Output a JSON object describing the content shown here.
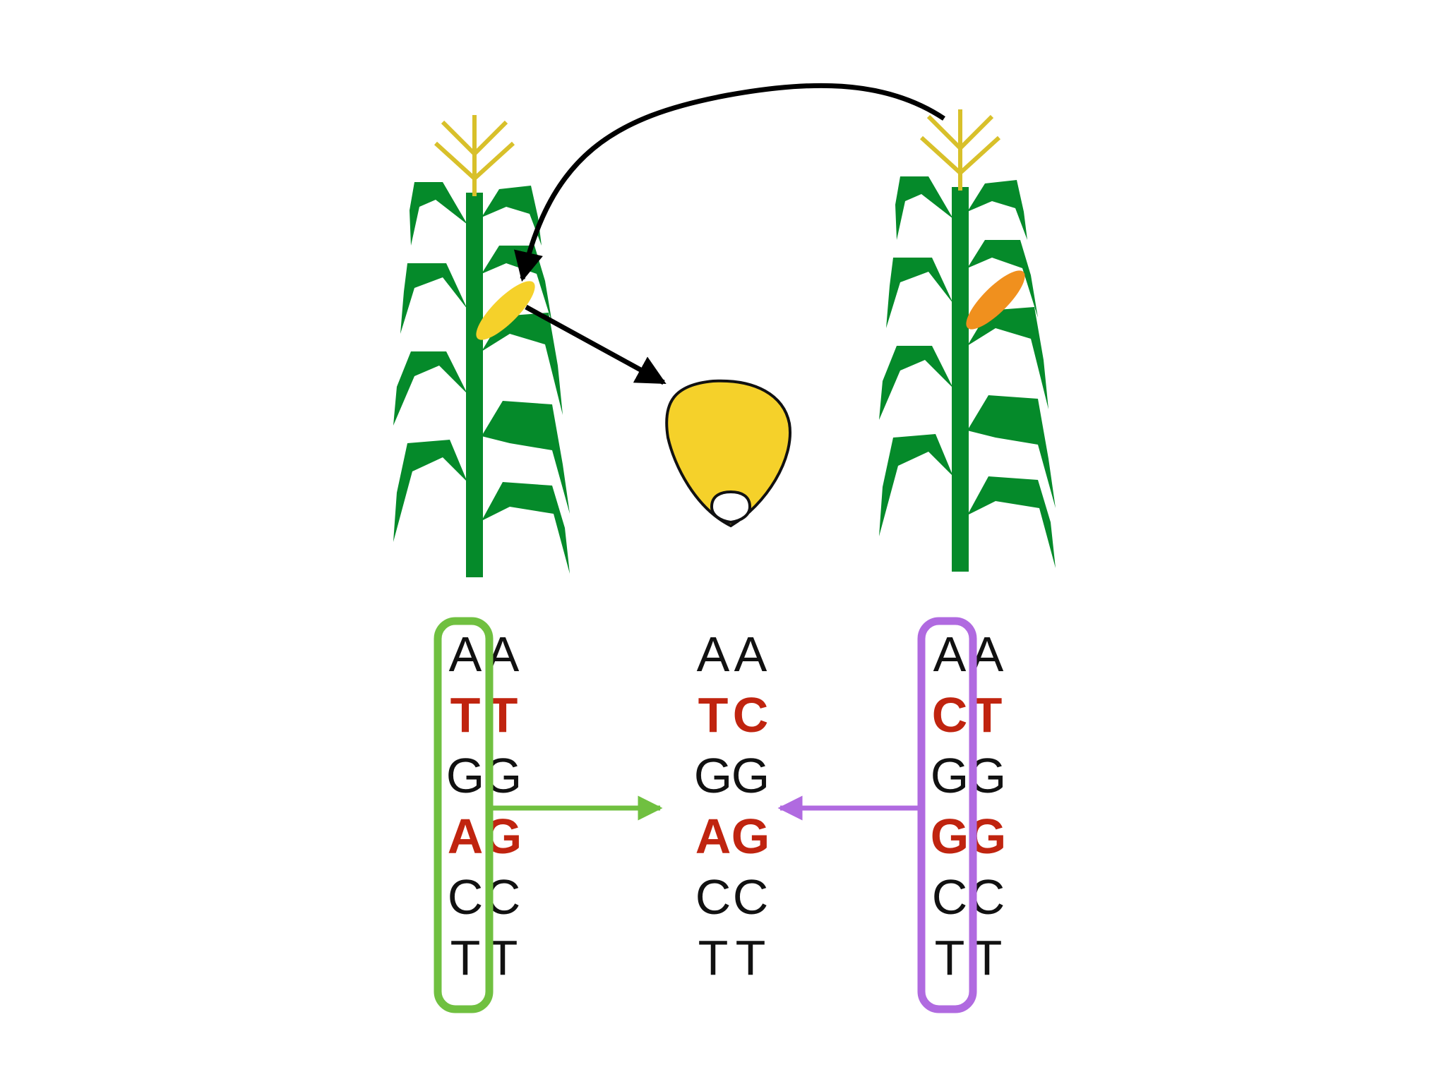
{
  "colors": {
    "stalk": "#058a2a",
    "tassel": "#d8c02a",
    "ear_yellow": "#f5d12a",
    "ear_orange": "#f0901e",
    "kernel_fill": "#f5d12a",
    "highlight_base": "#c0240f",
    "plain_base": "#111111",
    "green_box": "#70c040",
    "purple_box": "#b06ae0",
    "arrow": "#000000"
  },
  "genotypes": {
    "left": {
      "strand_1": [
        {
          "base": "A",
          "snp": false
        },
        {
          "base": "T",
          "snp": true
        },
        {
          "base": "G",
          "snp": false
        },
        {
          "base": "A",
          "snp": true
        },
        {
          "base": "C",
          "snp": false
        },
        {
          "base": "T",
          "snp": false
        }
      ],
      "strand_2": [
        {
          "base": "A",
          "snp": false
        },
        {
          "base": "T",
          "snp": true
        },
        {
          "base": "G",
          "snp": false
        },
        {
          "base": "G",
          "snp": true
        },
        {
          "base": "C",
          "snp": false
        },
        {
          "base": "T",
          "snp": false
        }
      ]
    },
    "middle": {
      "strand_1": [
        {
          "base": "A",
          "snp": false
        },
        {
          "base": "T",
          "snp": true
        },
        {
          "base": "G",
          "snp": false
        },
        {
          "base": "A",
          "snp": true
        },
        {
          "base": "C",
          "snp": false
        },
        {
          "base": "T",
          "snp": false
        }
      ],
      "strand_2": [
        {
          "base": "A",
          "snp": false
        },
        {
          "base": "C",
          "snp": true
        },
        {
          "base": "G",
          "snp": false
        },
        {
          "base": "G",
          "snp": true
        },
        {
          "base": "C",
          "snp": false
        },
        {
          "base": "T",
          "snp": false
        }
      ]
    },
    "right": {
      "strand_1": [
        {
          "base": "A",
          "snp": false
        },
        {
          "base": "C",
          "snp": true
        },
        {
          "base": "G",
          "snp": false
        },
        {
          "base": "G",
          "snp": true
        },
        {
          "base": "C",
          "snp": false
        },
        {
          "base": "T",
          "snp": false
        }
      ],
      "strand_2": [
        {
          "base": "A",
          "snp": false
        },
        {
          "base": "T",
          "snp": true
        },
        {
          "base": "G",
          "snp": false
        },
        {
          "base": "G",
          "snp": true
        },
        {
          "base": "C",
          "snp": false
        },
        {
          "base": "T",
          "snp": false
        }
      ]
    }
  }
}
